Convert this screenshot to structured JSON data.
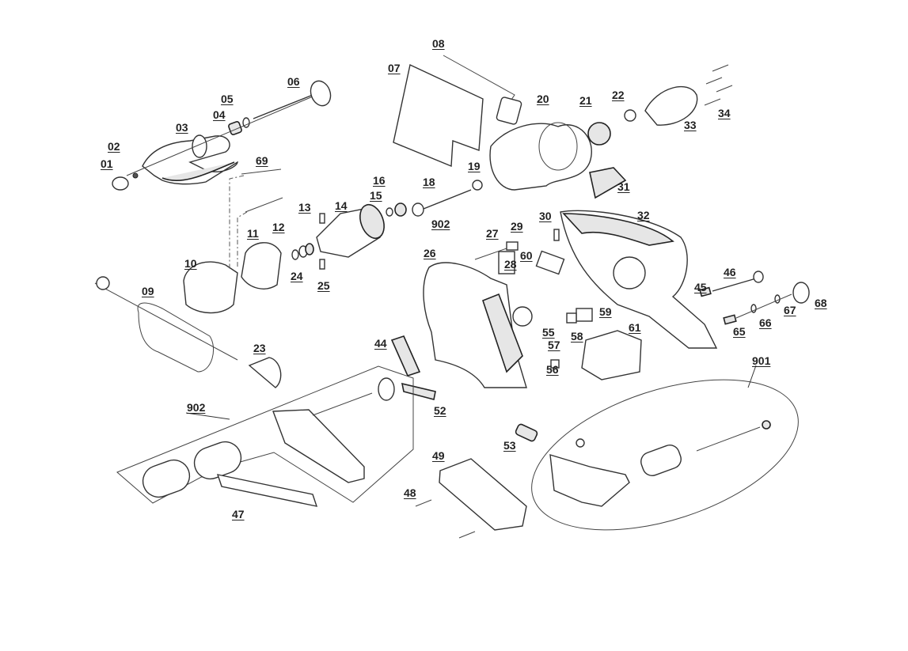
{
  "title": "Exploded parts diagram – belt sander",
  "parts": [
    {
      "id": "01"
    },
    {
      "id": "02"
    },
    {
      "id": "03"
    },
    {
      "id": "04"
    },
    {
      "id": "05"
    },
    {
      "id": "06"
    },
    {
      "id": "07"
    },
    {
      "id": "08"
    },
    {
      "id": "09"
    },
    {
      "id": "10"
    },
    {
      "id": "11"
    },
    {
      "id": "12"
    },
    {
      "id": "13"
    },
    {
      "id": "14"
    },
    {
      "id": "15"
    },
    {
      "id": "16"
    },
    {
      "id": "18"
    },
    {
      "id": "19"
    },
    {
      "id": "20"
    },
    {
      "id": "21"
    },
    {
      "id": "22"
    },
    {
      "id": "23"
    },
    {
      "id": "24"
    },
    {
      "id": "25"
    },
    {
      "id": "26"
    },
    {
      "id": "27"
    },
    {
      "id": "28"
    },
    {
      "id": "29"
    },
    {
      "id": "30"
    },
    {
      "id": "31"
    },
    {
      "id": "32"
    },
    {
      "id": "33"
    },
    {
      "id": "34"
    },
    {
      "id": "44"
    },
    {
      "id": "45"
    },
    {
      "id": "46"
    },
    {
      "id": "47"
    },
    {
      "id": "48"
    },
    {
      "id": "49"
    },
    {
      "id": "52"
    },
    {
      "id": "53"
    },
    {
      "id": "55"
    },
    {
      "id": "56"
    },
    {
      "id": "57"
    },
    {
      "id": "58"
    },
    {
      "id": "59"
    },
    {
      "id": "60"
    },
    {
      "id": "61"
    },
    {
      "id": "65"
    },
    {
      "id": "66"
    },
    {
      "id": "67"
    },
    {
      "id": "68"
    },
    {
      "id": "69"
    },
    {
      "id": "902"
    },
    {
      "id": "902"
    },
    {
      "id": "901"
    }
  ],
  "assemblies": {
    "rear_roller_assembly": "902",
    "front_roller_assembly": "901"
  }
}
